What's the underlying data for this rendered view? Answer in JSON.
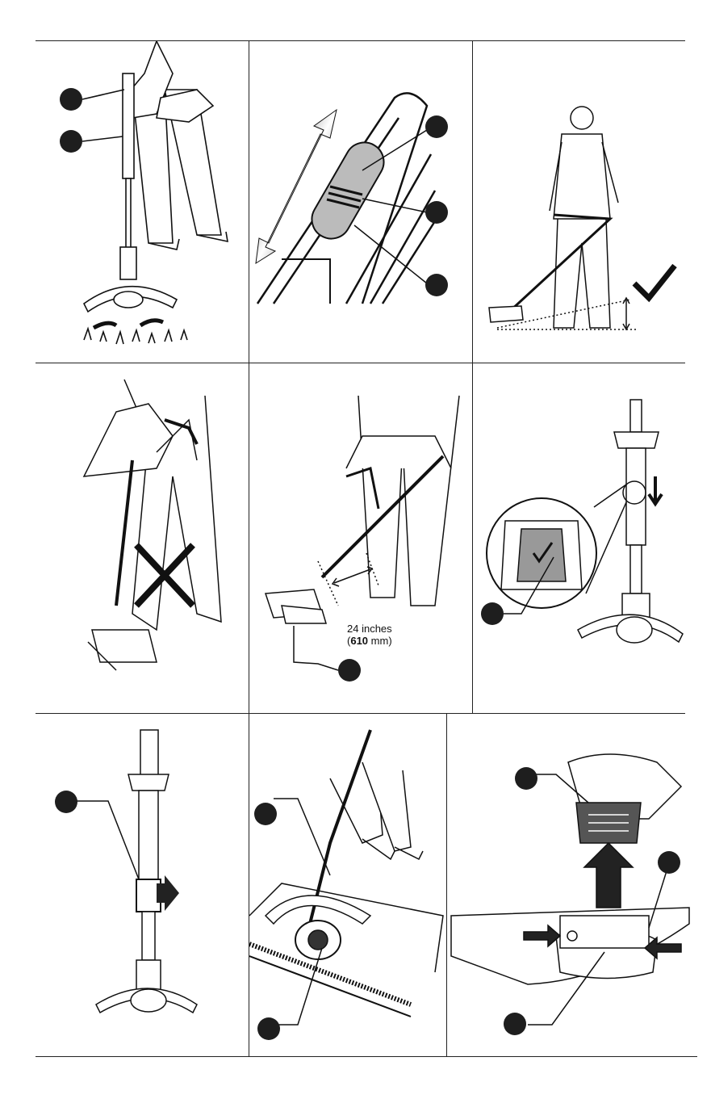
{
  "figures": {
    "edge_guide_distance": {
      "label_line1": "24 inches",
      "label_line2_open": "(",
      "label_line2_value": "610",
      "label_line2_unit": " mm)"
    }
  },
  "icons": {
    "correct": "check-mark-icon",
    "incorrect": "x-mark-icon"
  }
}
